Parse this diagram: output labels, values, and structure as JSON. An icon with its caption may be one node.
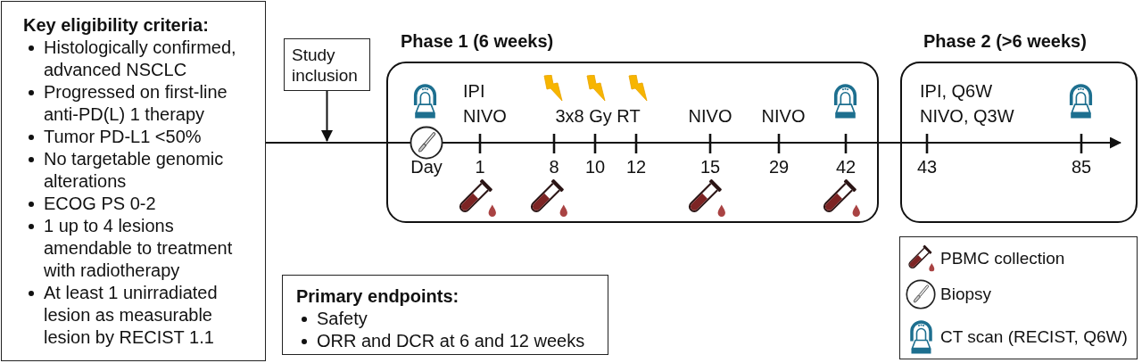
{
  "diagram": {
    "nodes": [
      {
        "text": [
          "Key eligibility criteria:",
          "Histologically confirmed, advanced NSCLC",
          "Progressed on first-line anti-PD(L) 1 therapy",
          "Tumor PD-L1 <50%",
          "No targetable genomic alterations",
          "ECOG PS 0-2",
          "1 up to 4 lesions amendable to treatment with radiotherapy",
          "At least 1 unirradiated lesion as measurable lesion by RECIST 1.1"
        ]
      },
      {
        "text": [
          "Study inclusion"
        ]
      },
      {
        "text": [
          "Phase 1 (6 weeks)"
        ]
      },
      {
        "text": [
          "Phase 2 (>6 weeks)"
        ]
      },
      {
        "text": [
          "Primary endpoints:",
          "Safety",
          "ORR and DCR at 6 and 12 weeks"
        ]
      }
    ],
    "edges": [
      {
        "from": 0,
        "to": 2,
        "arrow": "none"
      },
      {
        "from": 2,
        "to": 3,
        "arrow": "to"
      },
      {
        "from": 1,
        "to": null,
        "arrow": "to"
      }
    ],
    "labels": [
      "IPI",
      "NIVO",
      "3x8 Gy RT",
      "NIVO",
      "NIVO",
      "Day",
      "1",
      "8",
      "10",
      "12",
      "15",
      "29",
      "42",
      "IPI, Q6W",
      "NIVO, Q3W",
      "43",
      "85"
    ],
    "legend": [
      {
        "text": "PBMC collection"
      },
      {
        "text": "Biopsy"
      },
      {
        "text": "CT scan (RECIST, Q6W)"
      }
    ]
  }
}
